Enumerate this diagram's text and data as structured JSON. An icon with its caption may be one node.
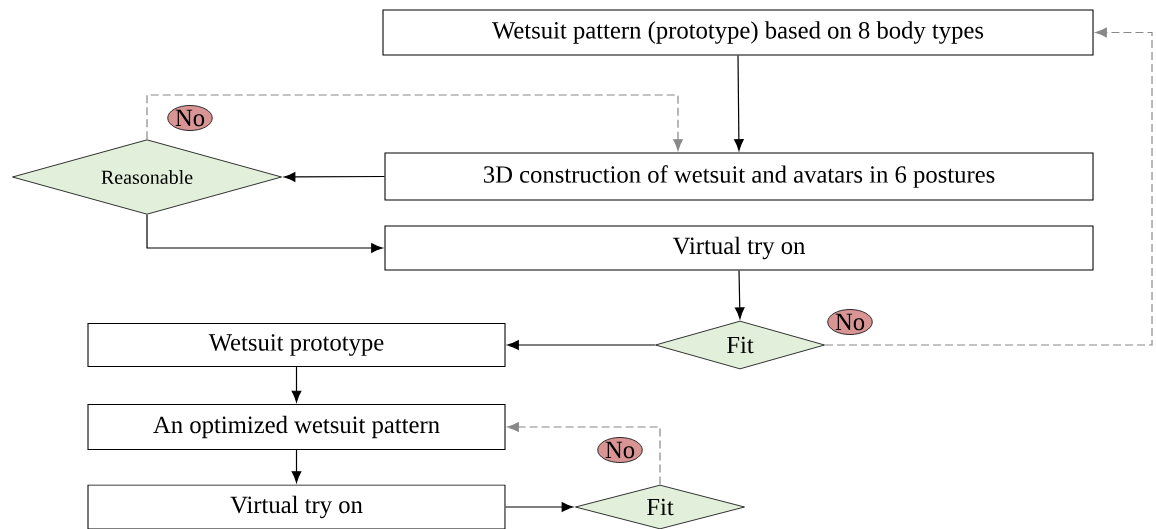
{
  "diagram": {
    "nodes": [
      {
        "text": [
          "Wetsuit pattern (prototype) based on 8 body types"
        ]
      },
      {
        "text": [
          "3D construction of wetsuit and avatars in 6 postures"
        ]
      },
      {
        "text": [
          "Reasonable"
        ]
      },
      {
        "text": [
          "Virtual try on"
        ]
      },
      {
        "text": [
          "Fit"
        ]
      },
      {
        "text": [
          "Wetsuit prototype"
        ]
      },
      {
        "text": [
          "An optimized wetsuit pattern"
        ]
      },
      {
        "text": [
          "Virtual try on"
        ]
      },
      {
        "text": [
          "Fit"
        ]
      }
    ],
    "edges": [
      {
        "from": 0,
        "to": 1,
        "arrow": "to"
      },
      {
        "from": 1,
        "to": 2,
        "arrow": "to"
      },
      {
        "from": 2,
        "to": 1,
        "arrow": "to",
        "label": "No",
        "style": "dashed",
        "color": "#888888"
      },
      {
        "from": 2,
        "to": 3,
        "arrow": "to"
      },
      {
        "from": 3,
        "to": 4,
        "arrow": "to"
      },
      {
        "from": 4,
        "to": 5,
        "arrow": "to"
      },
      {
        "from": 4,
        "to": 0,
        "arrow": "to",
        "label": "No",
        "style": "dashed",
        "color": "#888888"
      },
      {
        "from": 5,
        "to": 6,
        "arrow": "to"
      },
      {
        "from": 6,
        "to": 7,
        "arrow": "to"
      },
      {
        "from": 7,
        "to": 8,
        "arrow": "to"
      },
      {
        "from": 8,
        "to": 6,
        "arrow": "to",
        "label": "No",
        "style": "dashed",
        "color": "#888888"
      }
    ]
  }
}
